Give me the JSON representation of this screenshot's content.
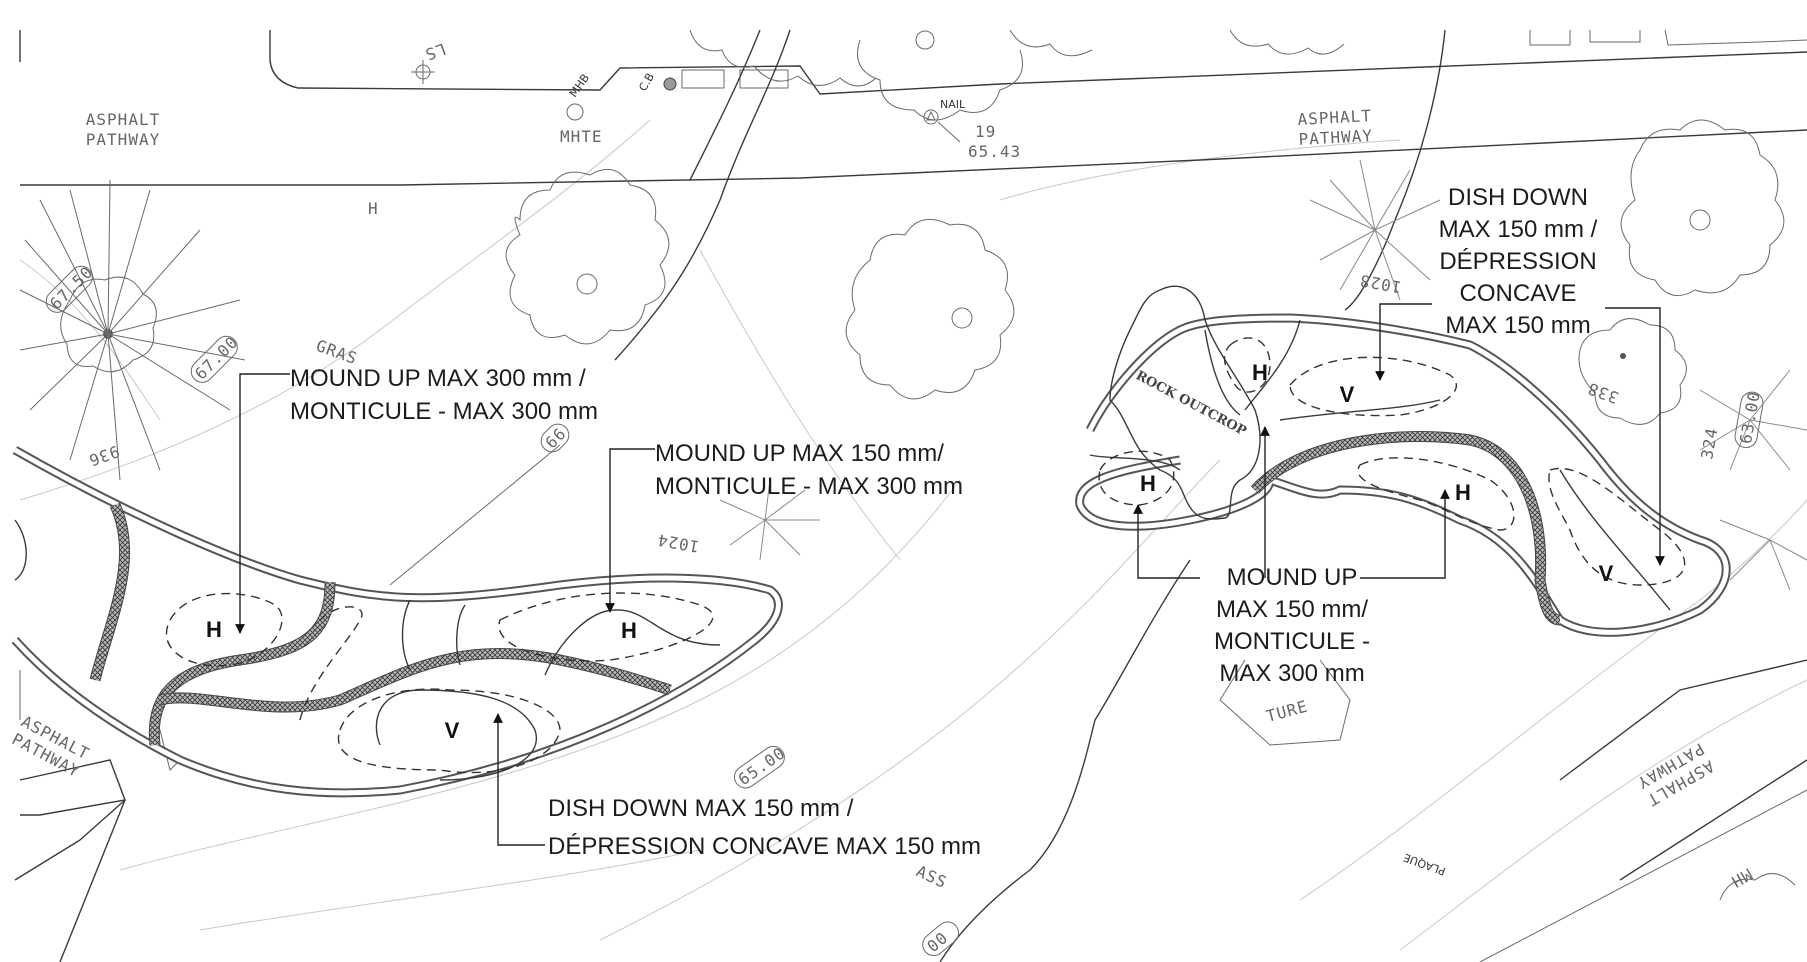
{
  "basemap": {
    "asphalt_top_left": [
      "ASPHALT",
      "PATHWAY"
    ],
    "asphalt_top_right": [
      "ASPHALT",
      "PATHWAY"
    ],
    "asphalt_bottom_left": [
      "ASPHALT",
      "PATHWAY"
    ],
    "asphalt_bottom_right": [
      "ASPHALT",
      "PATHWAY"
    ],
    "mhte_label": "MHTE",
    "mhb_label": "MHB",
    "cb_label": "C.B",
    "ls_label": "LS",
    "nail_label": "NAIL",
    "nail_number": "19",
    "nail_elevation": "65.43",
    "h_marker": "H",
    "grass_label_1": "GRAS",
    "grass_label_2": "ASS",
    "rock_outcrop": "ROCK OUTCROP",
    "structure_label": "TURE",
    "mh_label": "MH",
    "plaque_label": "PLAQUE",
    "contours": [
      "67.50",
      "67.00",
      "66",
      "65.00",
      "63.00",
      "00"
    ],
    "tree_numbers": [
      "936",
      "1024",
      "1028",
      "338",
      "324"
    ]
  },
  "notes": {
    "mound_300": [
      "MOUND UP MAX 300 mm /",
      "MONTICULE - MAX 300 mm"
    ],
    "mound_150_left": [
      "MOUND UP MAX 150 mm/",
      "MONTICULE - MAX 300 mm"
    ],
    "dish_left": [
      "DISH DOWN MAX 150 mm /",
      "DÉPRESSION CONCAVE MAX 150 mm"
    ],
    "dish_right": [
      "DISH DOWN",
      "MAX 150 mm /",
      "DÉPRESSION",
      "CONCAVE",
      "MAX 150 mm"
    ],
    "mound_right": [
      "MOUND UP",
      "MAX 150 mm/",
      "MONTICULE -",
      "MAX 300 mm"
    ]
  },
  "zones": {
    "left_h1": "H",
    "left_h2": "H",
    "left_v": "V",
    "right_h1": "H",
    "right_h2": "H",
    "right_h3": "H",
    "right_v1": "V",
    "right_v2": "V"
  }
}
